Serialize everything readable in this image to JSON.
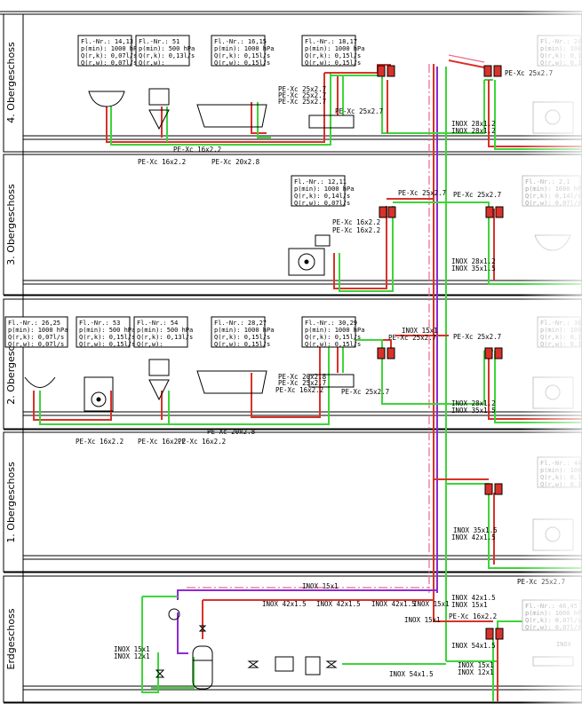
{
  "floors": [
    {
      "label": "4. Obergeschoss"
    },
    {
      "label": "3. Obergeschoss"
    },
    {
      "label": "2. Obergeschoss"
    },
    {
      "label": "1. Obergeschoss"
    },
    {
      "label": "Erdgeschoss"
    }
  ],
  "boxes": [
    {
      "lines": [
        "Fl.-Nr.: 14,13",
        "p(min): 1000 hPa",
        "Q(r,k): 0,07l/s",
        "Q(r,w): 0,07l/s"
      ]
    },
    {
      "lines": [
        "Fl.-Nr.: 51",
        "p(min): 500 hPa",
        "Q(r,k): 0,13l/s",
        "Q(r,w):"
      ]
    },
    {
      "lines": [
        "Fl.-Nr.: 16,15",
        "p(min): 1000 hPa",
        "Q(r,k): 0,15l/s",
        "Q(r,w): 0,15l/s"
      ]
    },
    {
      "lines": [
        "Fl.-Nr.: 18,17",
        "p(min): 1000 hPa",
        "Q(r,k): 0,15l/s",
        "Q(r,w): 0,15l/s"
      ]
    },
    {
      "lines": [
        "Fl.-Nr.: 12,11",
        "p(min): 1000 hPa",
        "Q(r,k): 0,14l/s",
        "Q(r,w): 0,07l/s"
      ]
    },
    {
      "lines": [
        "Fl.-Nr.: 26,25",
        "p(min): 1000 hPa",
        "Q(r,k): 0,07l/s",
        "Q(r,w): 0,07l/s"
      ]
    },
    {
      "lines": [
        "Fl.-Nr.: 53",
        "p(min): 500 hPa",
        "Q(r,k): 0,15l/s",
        "Q(r,w): 0,15l/s"
      ]
    },
    {
      "lines": [
        "Fl.-Nr.: 54",
        "p(min): 500 hPa",
        "Q(r,k): 0,13l/s",
        "Q(r,w):"
      ]
    },
    {
      "lines": [
        "Fl.-Nr.: 28,27",
        "p(min): 1000 hPa",
        "Q(r,k): 0,15l/s",
        "Q(r,w): 0,15l/s"
      ]
    },
    {
      "lines": [
        "Fl.-Nr.: 30,29",
        "p(min): 1000 hPa",
        "Q(r,k): 0,15l/s",
        "Q(r,w): 0,15l/s"
      ]
    }
  ],
  "faded_boxes": [
    {
      "lines": [
        "Fl.-Nr.: 24,2",
        "p(min): 1000",
        "Q(r,k): 0,1",
        "Q(r,w): 0,1"
      ]
    },
    {
      "lines": [
        "Fl.-Nr.: 2,1",
        "p(min): 1000 hPa",
        "Q(r,k): 0,14l/s",
        "Q(r,w): 0,07l/s"
      ]
    },
    {
      "lines": [
        "Fl.-Nr.: 36",
        "p(min): 100",
        "Q(r,k): 0,1",
        "Q(r,w): 0,1"
      ]
    },
    {
      "lines": [
        "Fl.-Nr.: 44",
        "p(min): 100",
        "Q(r,k): 0,1",
        "Q(r,w): 0,1"
      ]
    },
    {
      "lines": [
        "Fl.-Nr.: 46,45",
        "p(min): 1000 hPa",
        "Q(r,k): 0,07l/s",
        "Q(r,w): 0,07l/s"
      ]
    }
  ],
  "labels": {
    "og4_pex_16": "PE-Xc 16x2.2",
    "og4_pex_16b": "PE-Xc 16x2.2",
    "og4_pex_20": "PE-Xc 20x2.8",
    "og4_pex_25a": "PE-Xc 25x2.7",
    "og4_pex_25b": "PE-Xc 25x2.7",
    "og4_pex_25c": "PE-Xc 25x2.7",
    "og4_pex_25d": "PE-Xc 25x2.7",
    "og4_pex_25e": "PE-Xc 25x2.7",
    "og4_inox_a": "INOX 28x1.2",
    "og4_inox_b": "INOX 28x1.2",
    "og3_pex_25a": "PE-Xc 25x2.7",
    "og3_pex_25b": "PE-Xc 25x2.7",
    "og3_pex_16a": "PE-Xc 16x2.2",
    "og3_pex_16b": "PE-Xc 16x2.2",
    "og3_inox_a": "INOX 28x1.2",
    "og3_inox_b": "INOX 35x1.5",
    "og2_inox_15": "INOX 15x1",
    "og2_pex_25a": "PE-Xc 25x2.7",
    "og2_pex_25b": "PE-Xc 25x2.7",
    "og2_pex_20a": "PE-Xc 20x2.8",
    "og2_pex_25c": "PE-Xc 25x2.7",
    "og2_pex_16": "PE-Xc 16x2.2",
    "og2_pex_25d": "PE-Xc 25x2.7",
    "og2_inox_a": "INOX 28x1.2",
    "og2_inox_b": "INOX 35x1.5",
    "og2_pex_20b": "PE-Xc 20x2.8",
    "og2_bot_a": "PE-Xc 16x2.2",
    "og2_bot_b": "PE-Xc 16x2.2",
    "og2_bot_c": "PE-Xc 16x2.2",
    "og1_inox_a": "INOX 35x1.5",
    "og1_inox_b": "INOX 42x1.5",
    "eg_pex_25": "PE-Xc 25x2.7",
    "eg_inox_15a": "INOX 15x1",
    "eg_inox_42a": "INOX 42x1.5",
    "eg_inox_15b": "INOX 15x1",
    "eg_inox_42b": "INOX 42x1.5",
    "eg_inox_42c": "INOX 42x1.5",
    "eg_inox_42d": "INOX 42x1.5",
    "eg_inox_15c": "INOX 15x1",
    "eg_inox_15d": "INOX 15x1",
    "eg_pex_16": "PE-Xc 16x2.2",
    "eg_inox_54a": "INOX 54x1.5",
    "eg_inox_15e": "INOX 15x1",
    "eg_inox_12a": "INOX 12x1",
    "eg_inox_15f": "INOX 15x1",
    "eg_inox_12b": "INOX 12x1",
    "eg_inox_54b": "INOX 54x1.5",
    "eg_faded": "INOX"
  },
  "colors": {
    "cold_water": "#3ed43a",
    "hot_water": "#d8322a",
    "circulation": "#8a2bd6",
    "circulation_return": "#e86a8a"
  }
}
